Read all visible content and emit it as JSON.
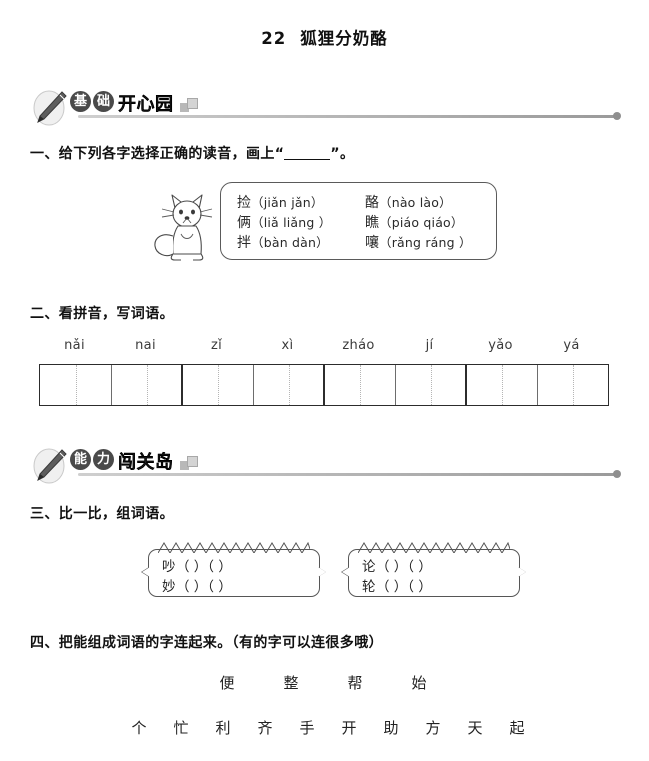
{
  "page": {
    "lesson_number": "22",
    "lesson_title": "狐狸分奶酪"
  },
  "sections": [
    {
      "badge": [
        "基",
        "础"
      ],
      "word": "开心园"
    },
    {
      "badge": [
        "能",
        "力"
      ],
      "word": "闯关岛"
    }
  ],
  "exercises": {
    "one": {
      "title_before": "一、给下列各字选择正确的读音，画上“",
      "title_after": "”。",
      "icon": "fox-illustration",
      "items": [
        {
          "char": "捡",
          "pinyin": "（jiǎn  jǎn）"
        },
        {
          "char": "酪",
          "pinyin": "（nào  lào）"
        },
        {
          "char": "俩",
          "pinyin": "（liǎ   liǎng ）"
        },
        {
          "char": "瞧",
          "pinyin": "（piáo  qiáo）"
        },
        {
          "char": "拌",
          "pinyin": "（bàn  dàn）"
        },
        {
          "char": "嚷",
          "pinyin": "（rǎng  ráng ）"
        }
      ]
    },
    "two": {
      "title": "二、看拼音，写词语。",
      "groups": [
        {
          "syllables": [
            "nǎi",
            "nai"
          ]
        },
        {
          "syllables": [
            "zǐ",
            "xì"
          ]
        },
        {
          "syllables": [
            "zháo",
            "jí"
          ]
        },
        {
          "syllables": [
            "yǎo",
            "yá"
          ]
        }
      ]
    },
    "three": {
      "title": "三、比一比，组词语。",
      "boxes": [
        {
          "rows": [
            {
              "char": "吵",
              "blanks": "（      ）（      ）"
            },
            {
              "char": "妙",
              "blanks": "（      ）（      ）"
            }
          ]
        },
        {
          "rows": [
            {
              "char": "论",
              "blanks": "（      ）（      ）"
            },
            {
              "char": "轮",
              "blanks": "（      ）（      ）"
            }
          ]
        }
      ]
    },
    "four": {
      "title": "四、把能组成词语的字连起来。（有的字可以连很多哦）",
      "row_top": [
        "便",
        "整",
        "帮",
        "始"
      ],
      "row_bottom": [
        "个",
        "忙",
        "利",
        "齐",
        "手",
        "开",
        "助",
        "方",
        "天",
        "起"
      ]
    }
  },
  "colors": {
    "text": "#1a1a1a",
    "badge_fill": "#4a4a4a",
    "rule": "#9a9a9a",
    "box_border": "#565656"
  }
}
